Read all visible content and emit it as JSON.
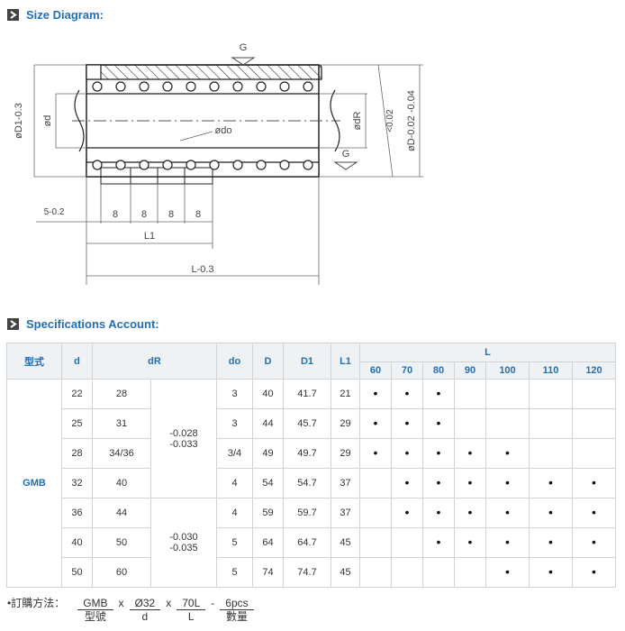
{
  "size_section": {
    "title": "Size Diagram:"
  },
  "spec_section": {
    "title": "Specifications Account:"
  },
  "diagram_labels": {
    "G_top": "G",
    "G_bottom": "G",
    "D1": "øD1-0.3",
    "d": "ød",
    "dR": "ødR",
    "lt002": "<0.02",
    "D": "øD-0.02 -0.04",
    "do": "ødo",
    "five": "5-0.2",
    "seg1": "8",
    "seg2": "8",
    "seg3": "8",
    "seg4": "8",
    "L1": "L1",
    "L": "L-0.3"
  },
  "table": {
    "headers": {
      "model": "型式",
      "d": "d",
      "dR": "dR",
      "do": "do",
      "D": "D",
      "D1": "D1",
      "L1": "L1",
      "L": "L"
    },
    "L_values": [
      "60",
      "70",
      "80",
      "90",
      "100",
      "110",
      "120"
    ],
    "model_name": "GMB",
    "rows": [
      {
        "d": "22",
        "dR": "28",
        "do": "3",
        "D": "40",
        "D1": "41.7",
        "L1": "21",
        "L": [
          true,
          true,
          true,
          false,
          false,
          false,
          false
        ]
      },
      {
        "d": "25",
        "dR": "31",
        "do": "3",
        "D": "44",
        "D1": "45.7",
        "L1": "29",
        "L": [
          true,
          true,
          true,
          false,
          false,
          false,
          false
        ]
      },
      {
        "d": "28",
        "dR": "34/36",
        "do": "3/4",
        "D": "49",
        "D1": "49.7",
        "L1": "29",
        "L": [
          true,
          true,
          true,
          true,
          true,
          false,
          false
        ]
      },
      {
        "d": "32",
        "dR": "40",
        "do": "4",
        "D": "54",
        "D1": "54.7",
        "L1": "37",
        "L": [
          false,
          true,
          true,
          true,
          true,
          true,
          true
        ]
      },
      {
        "d": "36",
        "dR": "44",
        "do": "4",
        "D": "59",
        "D1": "59.7",
        "L1": "37",
        "L": [
          false,
          true,
          true,
          true,
          true,
          true,
          true
        ]
      },
      {
        "d": "40",
        "dR": "50",
        "do": "5",
        "D": "64",
        "D1": "64.7",
        "L1": "45",
        "L": [
          false,
          false,
          true,
          true,
          true,
          true,
          true
        ]
      },
      {
        "d": "50",
        "dR": "60",
        "do": "5",
        "D": "74",
        "D1": "74.7",
        "L1": "45",
        "L": [
          false,
          false,
          false,
          false,
          true,
          true,
          true
        ]
      }
    ],
    "tol_group1": [
      "-0.028",
      "-0.033"
    ],
    "tol_group2": [
      "-0.030",
      "-0.035"
    ],
    "dot_symbol": "•"
  },
  "order": {
    "lead": "•訂購方法：",
    "items": [
      {
        "value": "GMB",
        "label": "型號"
      },
      {
        "value": "Ø32",
        "label": "d"
      },
      {
        "value": "70L",
        "label": "L"
      },
      {
        "value": "6pcs",
        "label": "數量"
      }
    ],
    "seps": [
      "x",
      "x",
      "-"
    ]
  }
}
